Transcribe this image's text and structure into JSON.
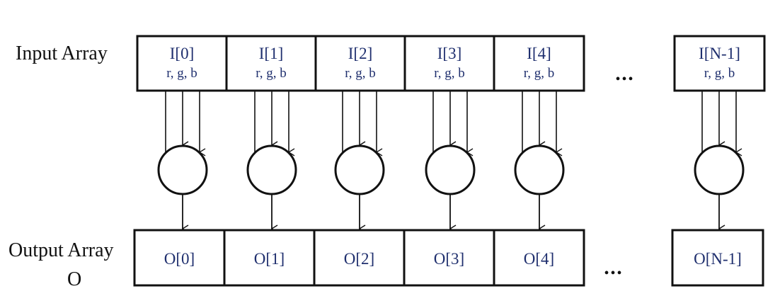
{
  "labels": {
    "input_array": "Input Array",
    "output_array_line1": "Output Array",
    "output_array_line2": "O"
  },
  "input_cells": [
    {
      "index": "I[0]",
      "channels": "r, g, b"
    },
    {
      "index": "I[1]",
      "channels": "r, g, b"
    },
    {
      "index": "I[2]",
      "channels": "r, g, b"
    },
    {
      "index": "I[3]",
      "channels": "r, g, b"
    },
    {
      "index": "I[4]",
      "channels": "r, g, b"
    },
    {
      "index": "I[N-1]",
      "channels": "r, g, b"
    }
  ],
  "output_cells": [
    "O[0]",
    "O[1]",
    "O[2]",
    "O[3]",
    "O[4]",
    "O[N-1]"
  ],
  "ellipsis": "•••",
  "colors": {
    "stroke": "#111111",
    "cell_text": "#1f2f6e"
  }
}
